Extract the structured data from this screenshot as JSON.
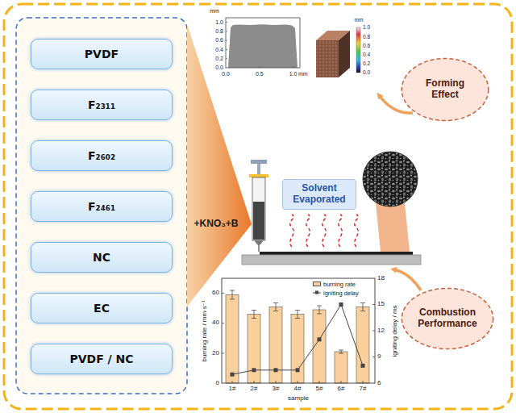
{
  "diagram": {
    "nodes": [
      {
        "text": [
          "PVDF"
        ]
      },
      {
        "text": [
          "F₂₃₁₁"
        ]
      },
      {
        "text": [
          "F₂₆₀₂"
        ]
      },
      {
        "text": [
          "F₂₄₆₁"
        ]
      },
      {
        "text": [
          "NC"
        ]
      },
      {
        "text": [
          "EC"
        ]
      },
      {
        "text": [
          "PVDF / NC"
        ]
      },
      {
        "text": [
          "Solvent Evaporated"
        ]
      },
      {
        "text": [
          "Forming Effect"
        ]
      },
      {
        "text": [
          "Combustion Performance"
        ]
      }
    ],
    "labels": [
      "+KNO₃+B",
      "mm",
      "1.0",
      "0.8",
      "0.6",
      "0.4",
      "0.2",
      "0.0",
      "0.0",
      "0.5",
      "1.0",
      "mm",
      "mm",
      "1.0",
      "0.8",
      "0.6",
      "0.4",
      "0.2",
      "0.0",
      "burning rate / mm·s⁻¹",
      "0",
      "20",
      "40",
      "60",
      "igniting delay / ms",
      "6",
      "9",
      "12",
      "15",
      "18",
      "1#",
      "2#",
      "3#",
      "4#",
      "5#",
      "6#",
      "7#",
      "sample"
    ],
    "legend": [
      {
        "text": "burning rate",
        "color": "#f9cf9c"
      },
      {
        "text": "igniting delay"
      }
    ]
  }
}
